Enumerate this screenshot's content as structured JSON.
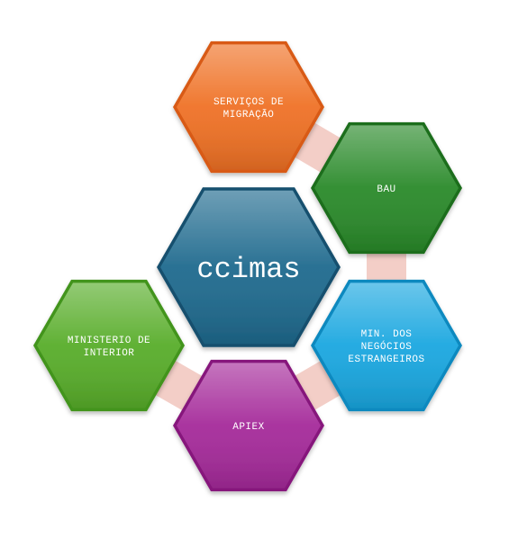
{
  "diagram": {
    "center": {
      "id": "center",
      "label": [
        "ccimas"
      ],
      "color": "#1f6a8e",
      "dark": "#13506e"
    },
    "nodes": [
      {
        "id": "sef",
        "label": [
          "SERVIÇOS DE",
          "MIGRAÇÃO"
        ],
        "color": "#ef7125",
        "dark": "#d85a12"
      },
      {
        "id": "bau",
        "label": [
          "BAU"
        ],
        "color": "#2a8a2a",
        "dark": "#1f6e1f"
      },
      {
        "id": "mne",
        "label": [
          "MIN. DOS",
          "NEGÓCIOS",
          "ESTRANGEIROS"
        ],
        "color": "#1aa7e0",
        "dark": "#0f89bf"
      },
      {
        "id": "apiex",
        "label": [
          "APIEX"
        ],
        "color": "#a52a9a",
        "dark": "#86197c"
      },
      {
        "id": "mai",
        "label": [
          "MINISTERIO DE",
          "INTERIOR"
        ],
        "color": "#58ad2a",
        "dark": "#43941d"
      }
    ],
    "connectors": [
      {
        "from": "sef",
        "to": "bau"
      },
      {
        "from": "bau",
        "to": "mne"
      },
      {
        "from": "mne",
        "to": "apiex"
      },
      {
        "from": "apiex",
        "to": "mai"
      }
    ],
    "connector_color": "#f1c6bd"
  }
}
